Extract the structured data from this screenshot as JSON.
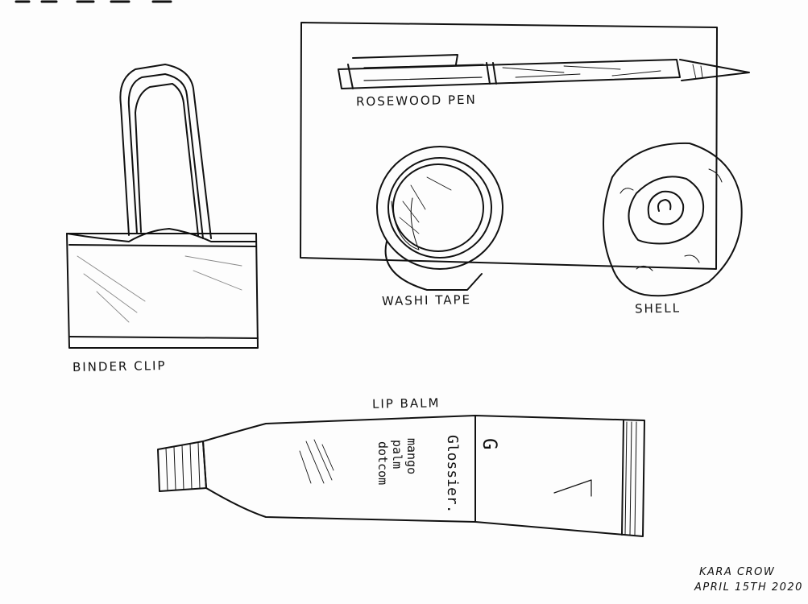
{
  "labels": {
    "binder_clip": "BINDER CLIP",
    "rosewood_pen": "ROSEWOOD PEN",
    "washi_tape": "WASHI TAPE",
    "shell": "SHELL",
    "lip_balm": "LIP BALM"
  },
  "tube": {
    "brand": "Glossier.",
    "flavor_line1": "mango",
    "flavor_line2": "palm",
    "flavor_line3": "dotcom",
    "logo": "G"
  },
  "signature": {
    "name": "KARA CROW",
    "date": "APRIL 15TH 2020"
  }
}
